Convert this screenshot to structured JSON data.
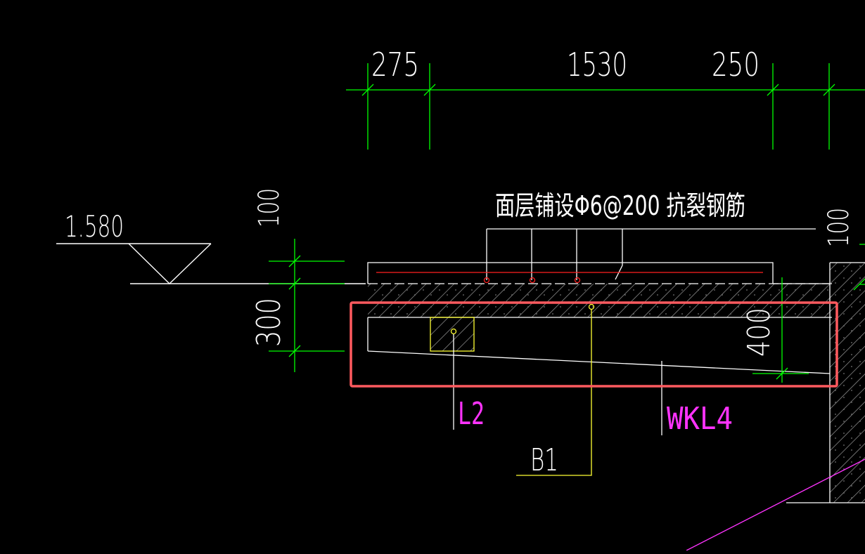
{
  "colors": {
    "background": "#000000",
    "dimension": "#00ff00",
    "outline": "#ffffff",
    "rebar": "#ff2020",
    "highlight": "#ff5a5f",
    "yellow": "#ffff33",
    "magenta": "#ff33ff"
  },
  "dimensions_top": [
    "275",
    "1530",
    "250"
  ],
  "dimensions_left": [
    "100",
    "300"
  ],
  "dimensions_right": [
    "100",
    "400"
  ],
  "elevation": "1.580",
  "note": "面层铺设Φ6@200 抗裂钢筋",
  "labels": {
    "l2": "L2",
    "wkl4": "WKL4",
    "b1": "B1"
  }
}
